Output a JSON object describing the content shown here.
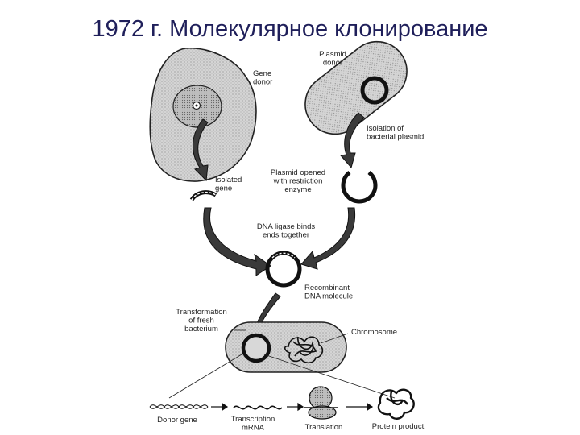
{
  "title": "1972 г. Молекулярное клонирование",
  "labels": {
    "gene_donor": [
      "Gene",
      "donor"
    ],
    "plasmid_donor": [
      "Plasmid",
      "donor"
    ],
    "isolation_plasmid": [
      "Isolation of",
      "bacterial plasmid"
    ],
    "isolated_gene": [
      "Isolated",
      "gene"
    ],
    "plasmid_opened": [
      "Plasmid opened",
      "with restriction",
      "enzyme"
    ],
    "ligase": [
      "DNA ligase binds",
      "ends together"
    ],
    "recombinant": [
      "Recombinant",
      "DNA molecule"
    ],
    "transformation": [
      "Transformation",
      "of fresh",
      "bacterium"
    ],
    "chromosome": [
      "Chromosome"
    ],
    "donor_gene": [
      "Donor gene"
    ],
    "transcription": [
      "Transcription",
      "mRNA"
    ],
    "translation": [
      "Translation"
    ],
    "protein_product": [
      "Protein product"
    ]
  }
}
